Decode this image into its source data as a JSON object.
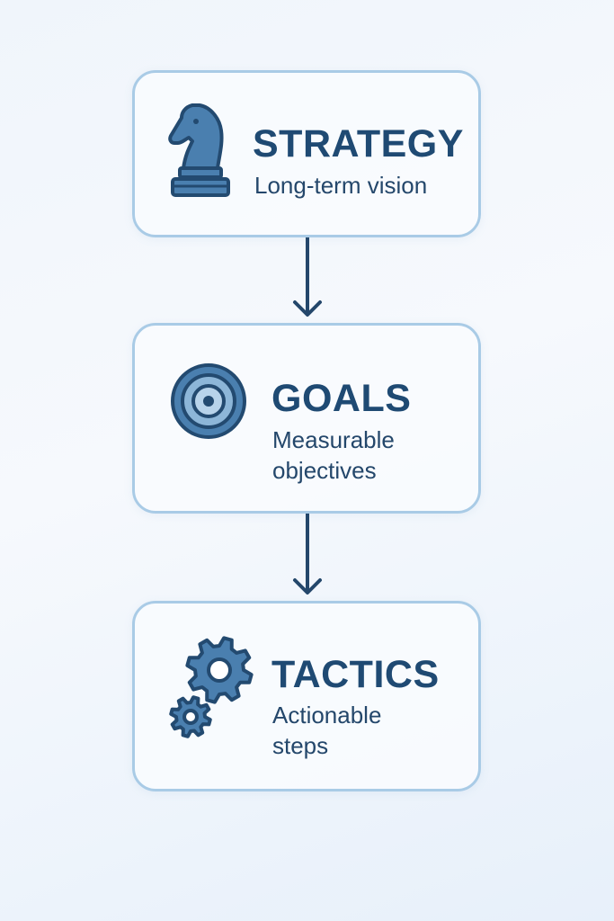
{
  "diagram": {
    "nodes": [
      {
        "id": "strategy",
        "title": "STRATEGY",
        "subtitle": "Long-term vision",
        "icon": "chess-knight-icon"
      },
      {
        "id": "goals",
        "title": "GOALS",
        "subtitle": "Measurable\nobjectives",
        "icon": "target-icon"
      },
      {
        "id": "tactics",
        "title": "TACTICS",
        "subtitle": "Actionable\nsteps",
        "icon": "gears-icon"
      }
    ],
    "edges": [
      {
        "from": "strategy",
        "to": "goals"
      },
      {
        "from": "goals",
        "to": "tactics"
      }
    ]
  },
  "colors": {
    "title": "#1f4a73",
    "card_border": "#a9cbe6",
    "icon_fill": "#4a7faf",
    "icon_stroke": "#234a70",
    "arrow": "#24476b"
  }
}
